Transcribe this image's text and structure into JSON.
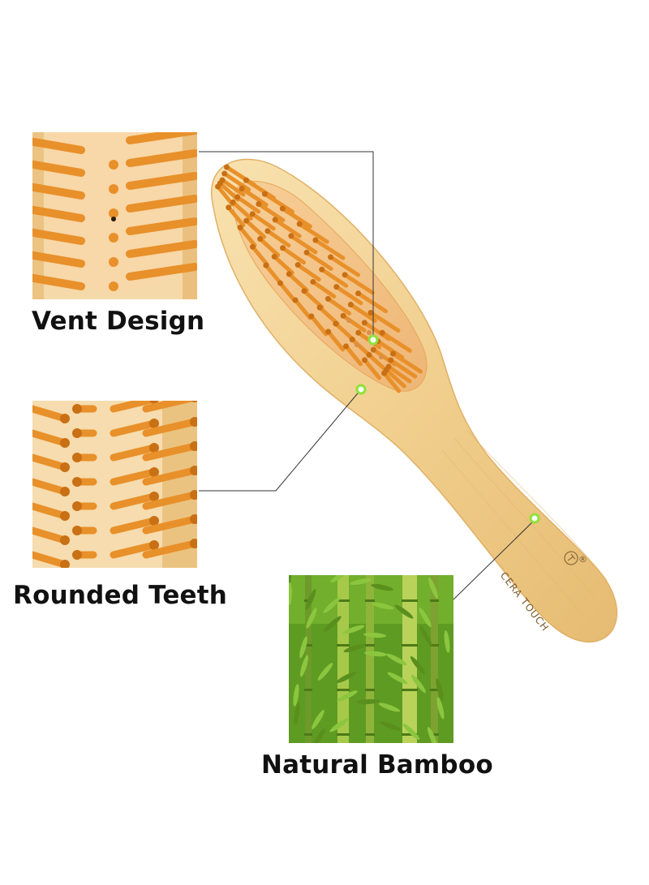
{
  "features": {
    "vent": {
      "label": "Vent Design"
    },
    "teeth": {
      "label": "Rounded Teeth"
    },
    "bamboo": {
      "label": "Natural Bamboo"
    }
  },
  "brand": {
    "name": "CERA TOUCH",
    "registered_mark": "®"
  },
  "colors": {
    "wood_light": "#f6dca6",
    "wood_mid": "#e9bf7a",
    "bristle": "#e8902a",
    "bristle_dark": "#c96f14",
    "callout_line": "#333333",
    "callout_dot": "#8ee23a",
    "bamboo_green": "#6fb02a"
  }
}
